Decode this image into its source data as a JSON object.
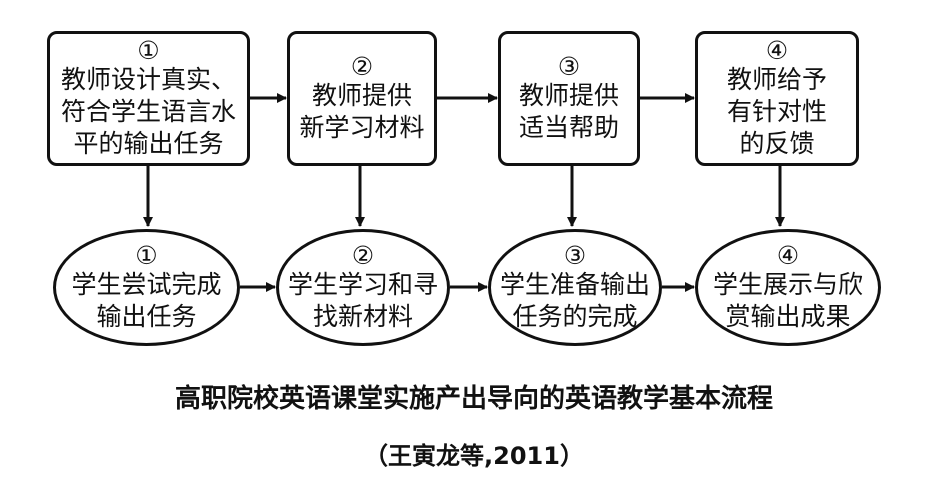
{
  "teacher_steps": [
    {
      "num": "①",
      "text": "教师设计真实、\n符合学生语言水\n平的输出任务"
    },
    {
      "num": "②",
      "text": "教师提供\n新学习材料"
    },
    {
      "num": "③",
      "text": "教师提供\n适当帮助"
    },
    {
      "num": "④",
      "text": "教师给予\n有针对性\n的反馈"
    }
  ],
  "student_steps": [
    {
      "num": "①",
      "text": "学生尝试完成\n输出任务"
    },
    {
      "num": "②",
      "text": "学生学习和寻\n找新材料"
    },
    {
      "num": "③",
      "text": "学生准备输出\n任务的完成"
    },
    {
      "num": "④",
      "text": "学生展示与欣\n赏输出成果"
    }
  ],
  "caption": {
    "title": "高职院校英语课堂实施产出导向的英语教学基本流程",
    "source": "（王寅龙等,2011）"
  }
}
